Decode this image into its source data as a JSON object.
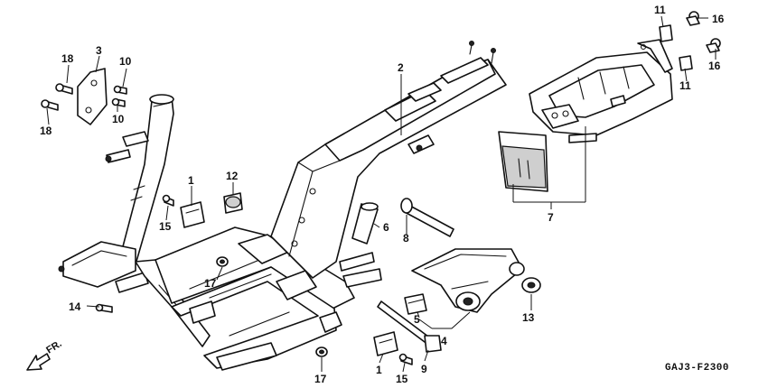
{
  "diagram": {
    "code": "GAJ3-F2300",
    "direction_label": "FR.",
    "callouts": {
      "c1a": "1",
      "c1b": "1",
      "c2": "2",
      "c3": "3",
      "c4": "4",
      "c5": "5",
      "c6": "6",
      "c7": "7",
      "c8": "8",
      "c9": "9",
      "c10a": "10",
      "c10b": "10",
      "c11a": "11",
      "c11b": "11",
      "c12": "12",
      "c13": "13",
      "c14": "14",
      "c15a": "15",
      "c15b": "15",
      "c16a": "16",
      "c16b": "16",
      "c17a": "17",
      "c17b": "17",
      "c18a": "18",
      "c18b": "18"
    }
  }
}
